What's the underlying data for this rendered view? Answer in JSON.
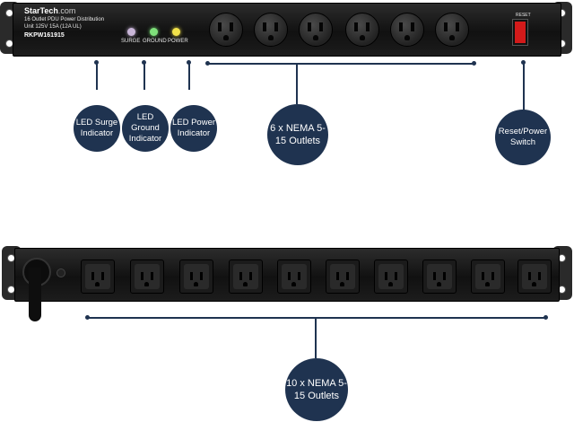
{
  "product": {
    "brand": "StarTech",
    "brand_suffix": ".com",
    "description_line1": "16 Outlet PDU Power Distribution",
    "description_line2": "Unit 125V 15A (12A UL)",
    "model": "RKPW161915"
  },
  "indicators": [
    "SURGE",
    "GROUND",
    "POWER"
  ],
  "switch_label": "RESET",
  "callouts": {
    "led_surge": "LED Surge Indicator",
    "led_ground": "LED Ground Indicator",
    "led_power": "LED Power Indicator",
    "top_outlets": "6 x NEMA 5-15 Outlets",
    "reset_switch": "Reset/Power Switch",
    "bottom_outlets": "10 x NEMA 5-15 Outlets"
  },
  "colors": {
    "callout_bg": "#1f3350",
    "led_surge": "#c9b6d8",
    "led_ground": "#7ee07a",
    "led_power": "#f2e24a",
    "switch_red": "#d31a1a"
  }
}
